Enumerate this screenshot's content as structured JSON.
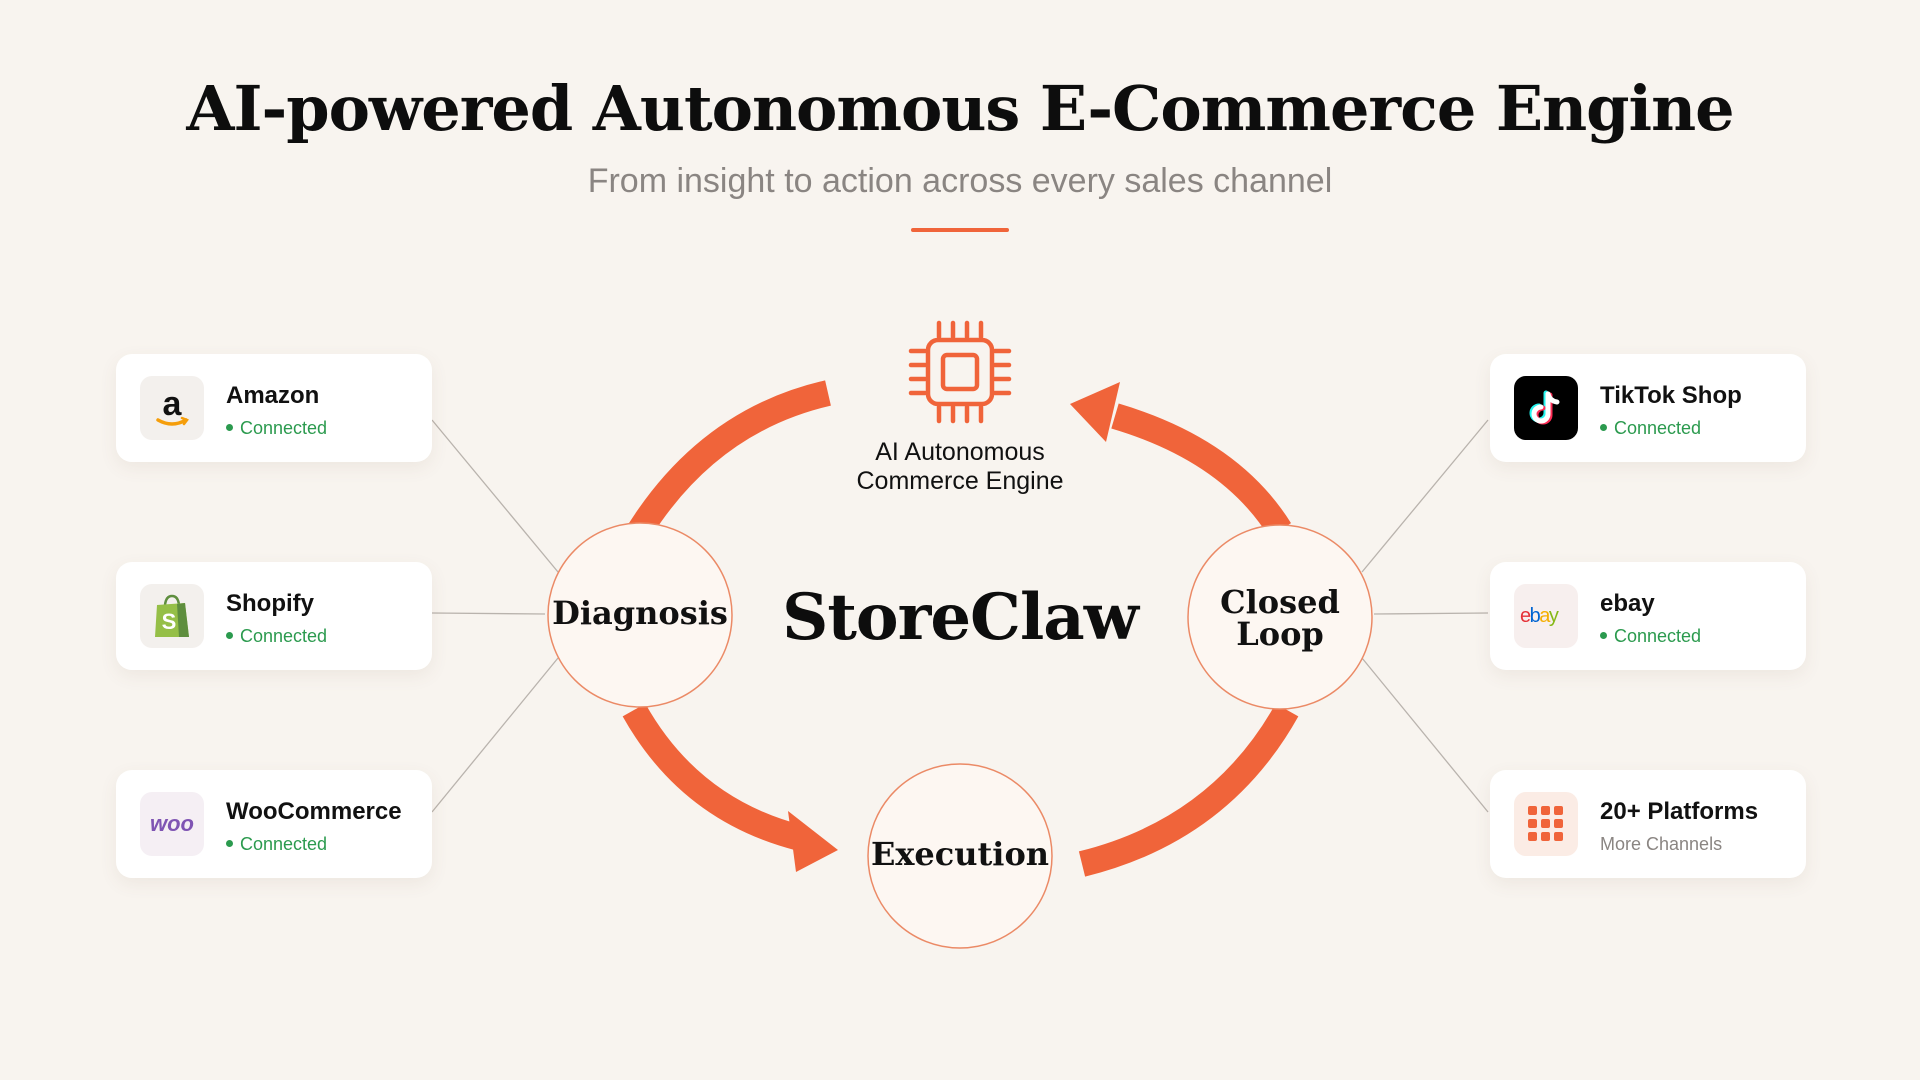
{
  "header": {
    "title": "AI-powered Autonomous E-Commerce Engine",
    "subtitle": "From insight to action across every sales channel"
  },
  "center": {
    "brand": "StoreClaw",
    "engine_line1": "AI Autonomous",
    "engine_line2": "Commerce Engine",
    "engine_icon": "chip-icon"
  },
  "nodes": {
    "diagnosis": "Diagnosis",
    "execution": "Execution",
    "closed_loop_line1": "Closed",
    "closed_loop_line2": "Loop"
  },
  "left_channels": [
    {
      "name": "Amazon",
      "status": "Connected",
      "icon": "amazon-logo-icon"
    },
    {
      "name": "Shopify",
      "status": "Connected",
      "icon": "shopify-bag-icon"
    },
    {
      "name": "WooCommerce",
      "status": "Connected",
      "icon": "woo-logo-icon",
      "logo_text": "woo"
    }
  ],
  "right_channels": [
    {
      "name": "TikTok Shop",
      "status": "Connected",
      "icon": "tiktok-logo-icon"
    },
    {
      "name": "ebay",
      "status": "Connected",
      "icon": "ebay-logo-icon"
    },
    {
      "name": "20+ Platforms",
      "status": "More Channels",
      "icon": "grid-icon"
    }
  ],
  "colors": {
    "accent": "#f0643a",
    "connected": "#2b9a4e",
    "background": "#f8f4ef"
  }
}
